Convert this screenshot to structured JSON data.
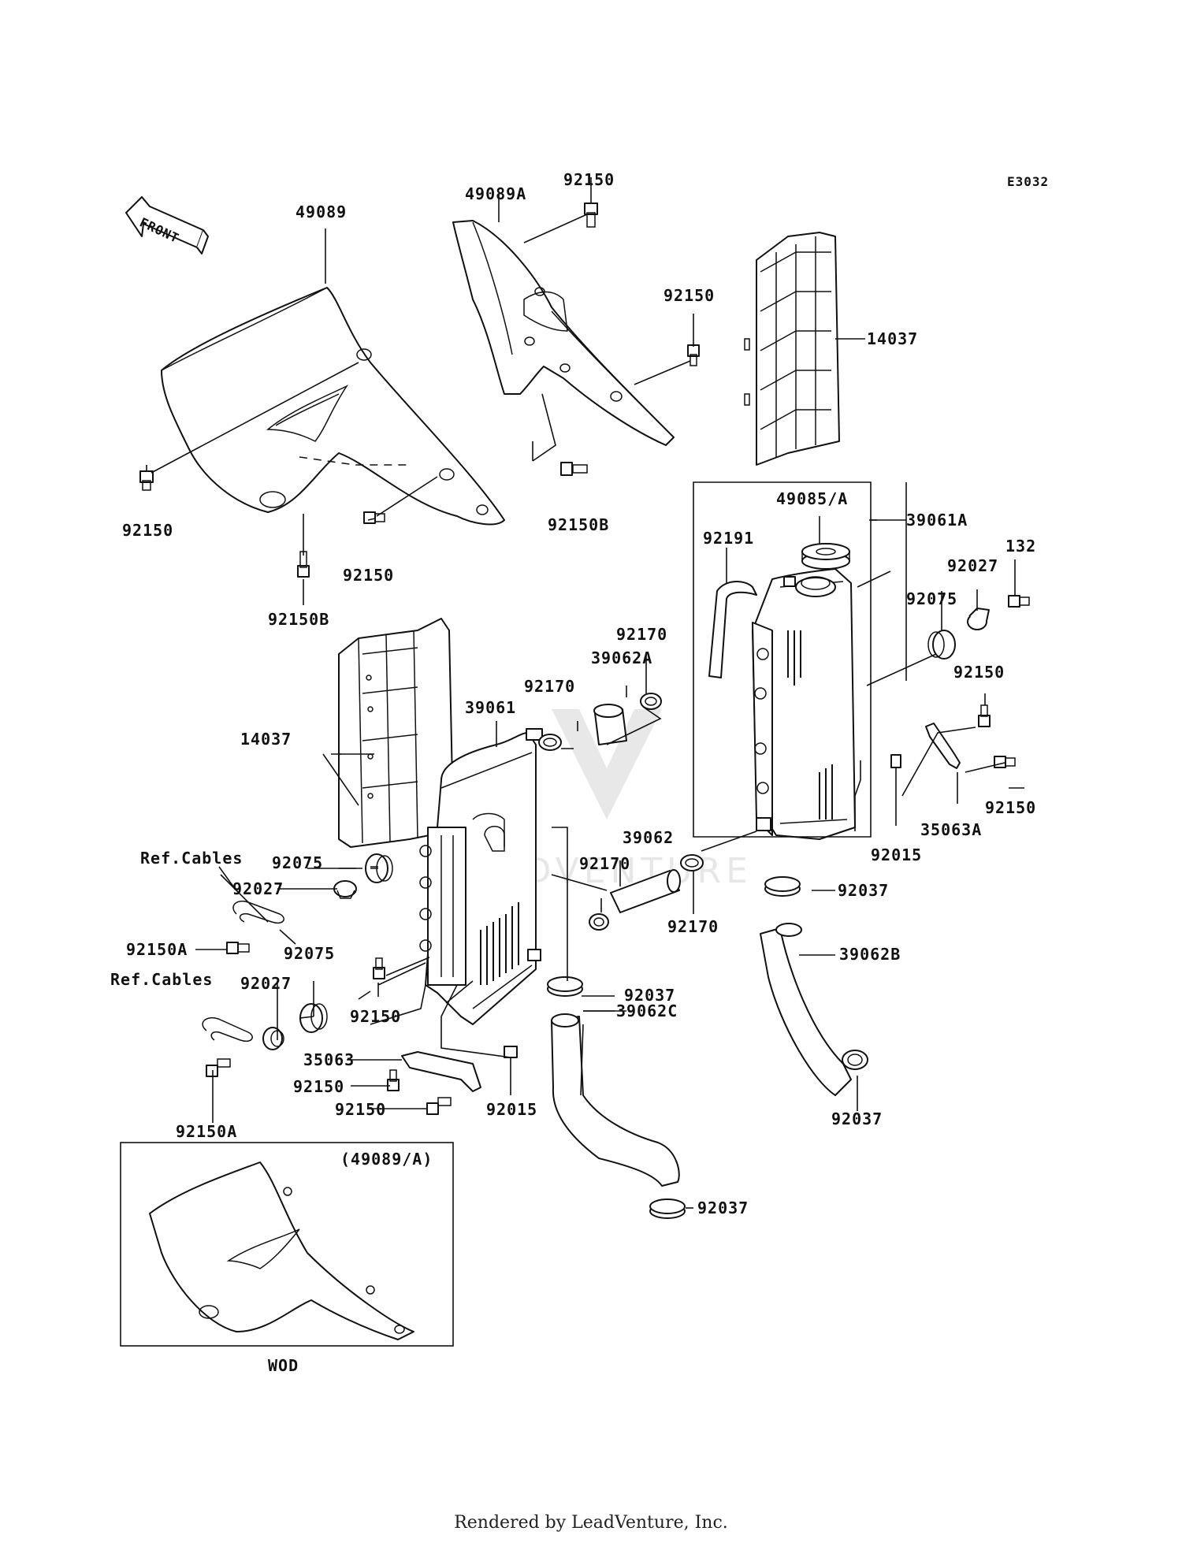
{
  "diagram_code": "E3032",
  "direction_label": "FRONT",
  "inset": {
    "title": "(49089/A)",
    "caption": "WOD"
  },
  "footer": "Rendered by LeadVenture, Inc.",
  "watermark": "LEADVENTURE",
  "labels": {
    "l_49089": "49089",
    "l_49089A": "49089A",
    "l_92150_top": "92150",
    "l_92150_b": "92150",
    "l_14037_r": "14037",
    "l_92150_left": "92150",
    "l_92150B_mid": "92150B",
    "l_92150_c": "92150",
    "l_92150B_left": "92150B",
    "l_49085A": "49085/A",
    "l_39061A": "39061A",
    "l_92191": "92191",
    "l_132": "132",
    "l_92027_r": "92027",
    "l_92075_r": "92075",
    "l_92170_a": "92170",
    "l_39062A": "39062A",
    "l_92170_b": "92170",
    "l_39061": "39061",
    "l_14037_l": "14037",
    "l_92150_r1": "92150",
    "l_92150_r2": "92150",
    "l_35063A": "35063A",
    "l_92015_r": "92015",
    "l_39062": "39062",
    "l_92170_c": "92170",
    "l_92170_d": "92170",
    "l_92037_a": "92037",
    "l_39062B": "39062B",
    "l_ref1": "Ref.Cables",
    "l_92075_l": "92075",
    "l_92027_l": "92027",
    "l_92150A_1": "92150A",
    "l_92075_l2": "92075",
    "l_ref2": "Ref.Cables",
    "l_92027_l2": "92027",
    "l_92150_m": "92150",
    "l_92037_b": "92037",
    "l_35063": "35063",
    "l_92150_m2": "92150",
    "l_92150_m3": "92150",
    "l_92015_l": "92015",
    "l_39062C": "39062C",
    "l_92037_c": "92037",
    "l_92150A_2": "92150A",
    "l_92037_d": "92037"
  }
}
